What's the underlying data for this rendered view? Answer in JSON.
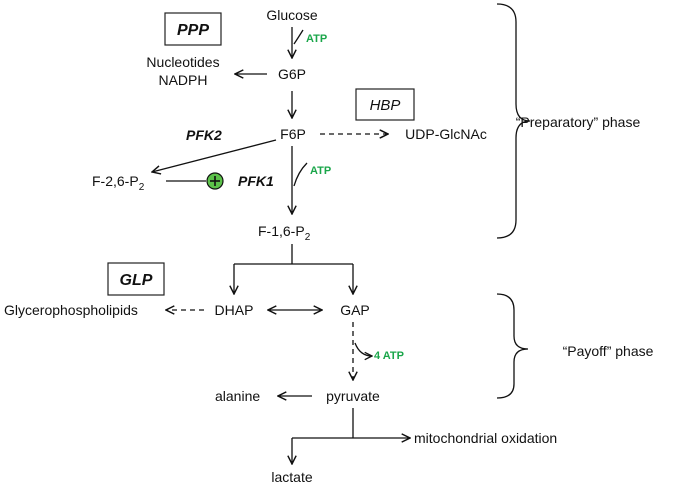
{
  "metabolites": {
    "glucose": "Glucose",
    "g6p": "G6P",
    "f6p": "F6P",
    "udp_glcnac": "UDP-GlcNAc",
    "f26p2_base": "F-2,6-P",
    "f26p2_sub": "2",
    "f16p2_base": "F-1,6-P",
    "f16p2_sub": "2",
    "dhap": "DHAP",
    "gap": "GAP",
    "glycerophospholipids": "Glycerophospholipids",
    "pyruvate": "pyruvate",
    "alanine": "alanine",
    "mito": "mitochondrial oxidation",
    "lactate": "lactate",
    "nucleotides": "Nucleotides",
    "nadph": "NADPH"
  },
  "pathways": {
    "ppp": "PPP",
    "hbp": "HBP",
    "glp": "GLP"
  },
  "enzymes": {
    "pfk2": "PFK2",
    "pfk1": "PFK1"
  },
  "energy": {
    "atp1": "ATP",
    "atp2": "ATP",
    "atp4": "4 ATP"
  },
  "phases": {
    "preparatory": "“Preparatory” phase",
    "payoff": "“Payoff” phase"
  },
  "colors": {
    "atp": "#1aa64a",
    "activator_fill": "#5cc24a"
  },
  "icons": {
    "activator": "plus-circle-icon"
  }
}
